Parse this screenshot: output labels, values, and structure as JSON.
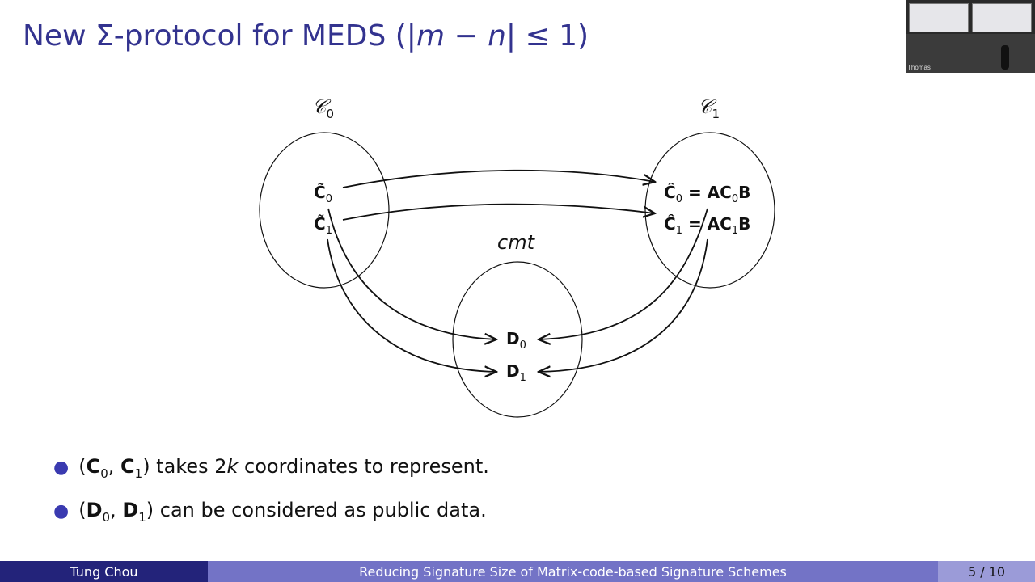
{
  "slide": {
    "title_prefix": "New Σ-protocol for MEDS (|",
    "title_m": "m",
    "title_minus": " − ",
    "title_n": "n",
    "title_suffix": "| ≤ 1)"
  },
  "diagram": {
    "set_c0": "𝒞",
    "set_c0_sub": "0",
    "set_c1": "𝒞",
    "set_c1_sub": "1",
    "set_cmt": "cmt",
    "left_top": "C̃",
    "left_top_sub": "0",
    "left_bottom": "C̃",
    "left_bottom_sub": "1",
    "right_top_lhs": "Ĉ",
    "right_top_lhs_sub": "0",
    "right_top_rhs": "= AC",
    "right_top_rhs_sub": "0",
    "right_top_tail": "B",
    "right_bottom_lhs": "Ĉ",
    "right_bottom_lhs_sub": "1",
    "right_bottom_rhs": "= AC",
    "right_bottom_rhs_sub": "1",
    "right_bottom_tail": "B",
    "center_top": "D",
    "center_top_sub": "0",
    "center_bottom": "D",
    "center_bottom_sub": "1"
  },
  "bullets": [
    {
      "a": "(",
      "b1": "C",
      "s1": "0",
      "comma": ", ",
      "b2": "C",
      "s2": "1",
      "rest": ") takes 2",
      "k": "k",
      "tail": " coordinates to represent."
    },
    {
      "a": "(",
      "b1": "D",
      "s1": "0",
      "comma": ", ",
      "b2": "D",
      "s2": "1",
      "rest": ") can be considered as public data."
    }
  ],
  "footer": {
    "author": "Tung Chou",
    "title": "Reducing Signature Size of Matrix-code-based Signature Schemes",
    "page": "5 / 10"
  },
  "webcam": {
    "label": "Thomas"
  },
  "colors": {
    "title": "#33338f",
    "footer_dark": "#23237a",
    "footer_mid": "#7373c6",
    "footer_light": "#9b9bd8"
  }
}
